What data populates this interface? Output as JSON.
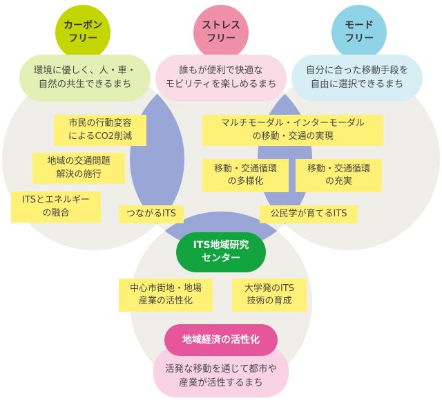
{
  "colors": {
    "big_circle": "#efeee8",
    "overlap": "#9aa6d6",
    "carbon": "#c4d600",
    "stress": "#ef8fa8",
    "mode": "#8fd3e6",
    "pill_green": "#e3efb4",
    "pill_pink": "#fadce6",
    "pill_blue": "#d6eef4",
    "sticky": "#fff176",
    "center": "#12a53f",
    "economy": "#e6569b",
    "economy_pill": "#f9d3e3"
  },
  "heads": {
    "carbon": "カーボン\nフリー",
    "stress": "ストレス\nフリー",
    "mode": "モード\nフリー"
  },
  "pills": {
    "carbon": "環境に優しく、人・車・\n自然の共生できるまち",
    "stress": "誰もが便利で快適な\nモビリティを楽しめるまち",
    "mode": "自分に合った移動手段を\n自由に選択できるまち"
  },
  "notes": {
    "behavior": "市民の行動変容\nによるCO2削減",
    "traffic_problem": "地域の交通問題\n解決の施行",
    "its_energy": "ITSとエネルギー\nの融合",
    "connect_its": "つながるITS",
    "multimodal": "マルチモーダル・インターモーダル\nの移動・交通の実現",
    "diversify": "移動・交通循環\nの多様化",
    "enhance": "移動・交通循環\nの充実",
    "public_its": "公民学が育てるITS",
    "downtown": "中心市街地・地場\n産業の活性化",
    "university": "大学発のITS\n技術の育成"
  },
  "center": {
    "label": "ITS地域研究\nセンター"
  },
  "economy": {
    "head": "地域経済の活性化",
    "pill": "活発な移動を通じて都市や\n産業が活性するまち"
  }
}
